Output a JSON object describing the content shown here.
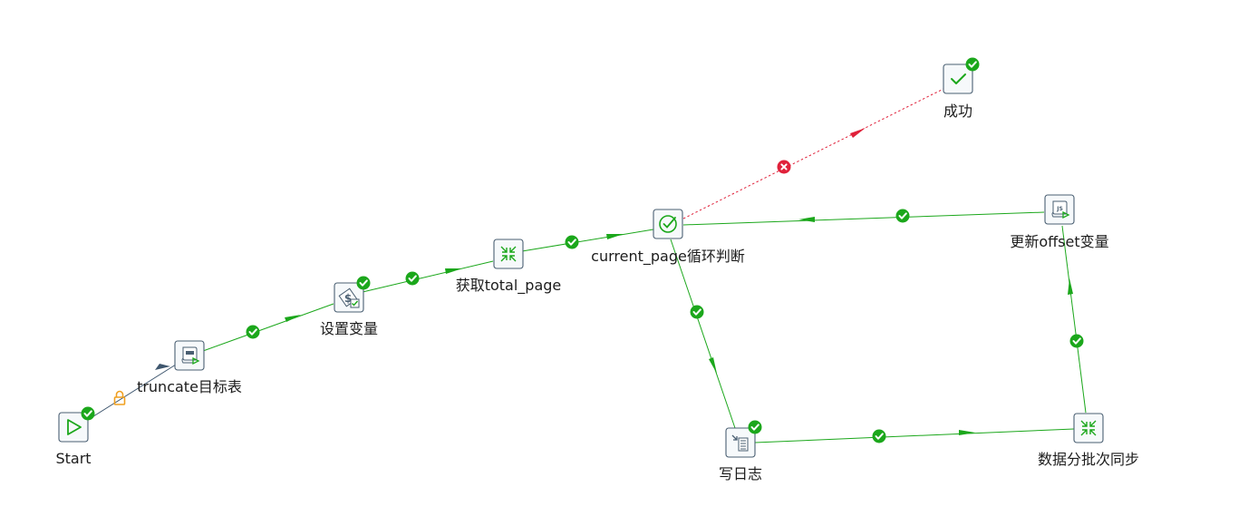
{
  "nodes": {
    "start": {
      "label": "Start"
    },
    "truncate": {
      "label": "truncate目标表"
    },
    "set_var": {
      "label": "设置变量"
    },
    "get_total": {
      "label": "获取total_page"
    },
    "loop_check": {
      "label": "current_page循环判断"
    },
    "success": {
      "label": "成功"
    },
    "update_offset": {
      "label": "更新offset变量"
    },
    "write_log": {
      "label": "写日志"
    },
    "batch_sync": {
      "label": "数据分批次同步"
    }
  },
  "colors": {
    "success_hop": "#1ba71b",
    "error_hop": "#e0213a",
    "unconditional_hop": "#3e566e",
    "lock_icon": "#f0a020"
  }
}
